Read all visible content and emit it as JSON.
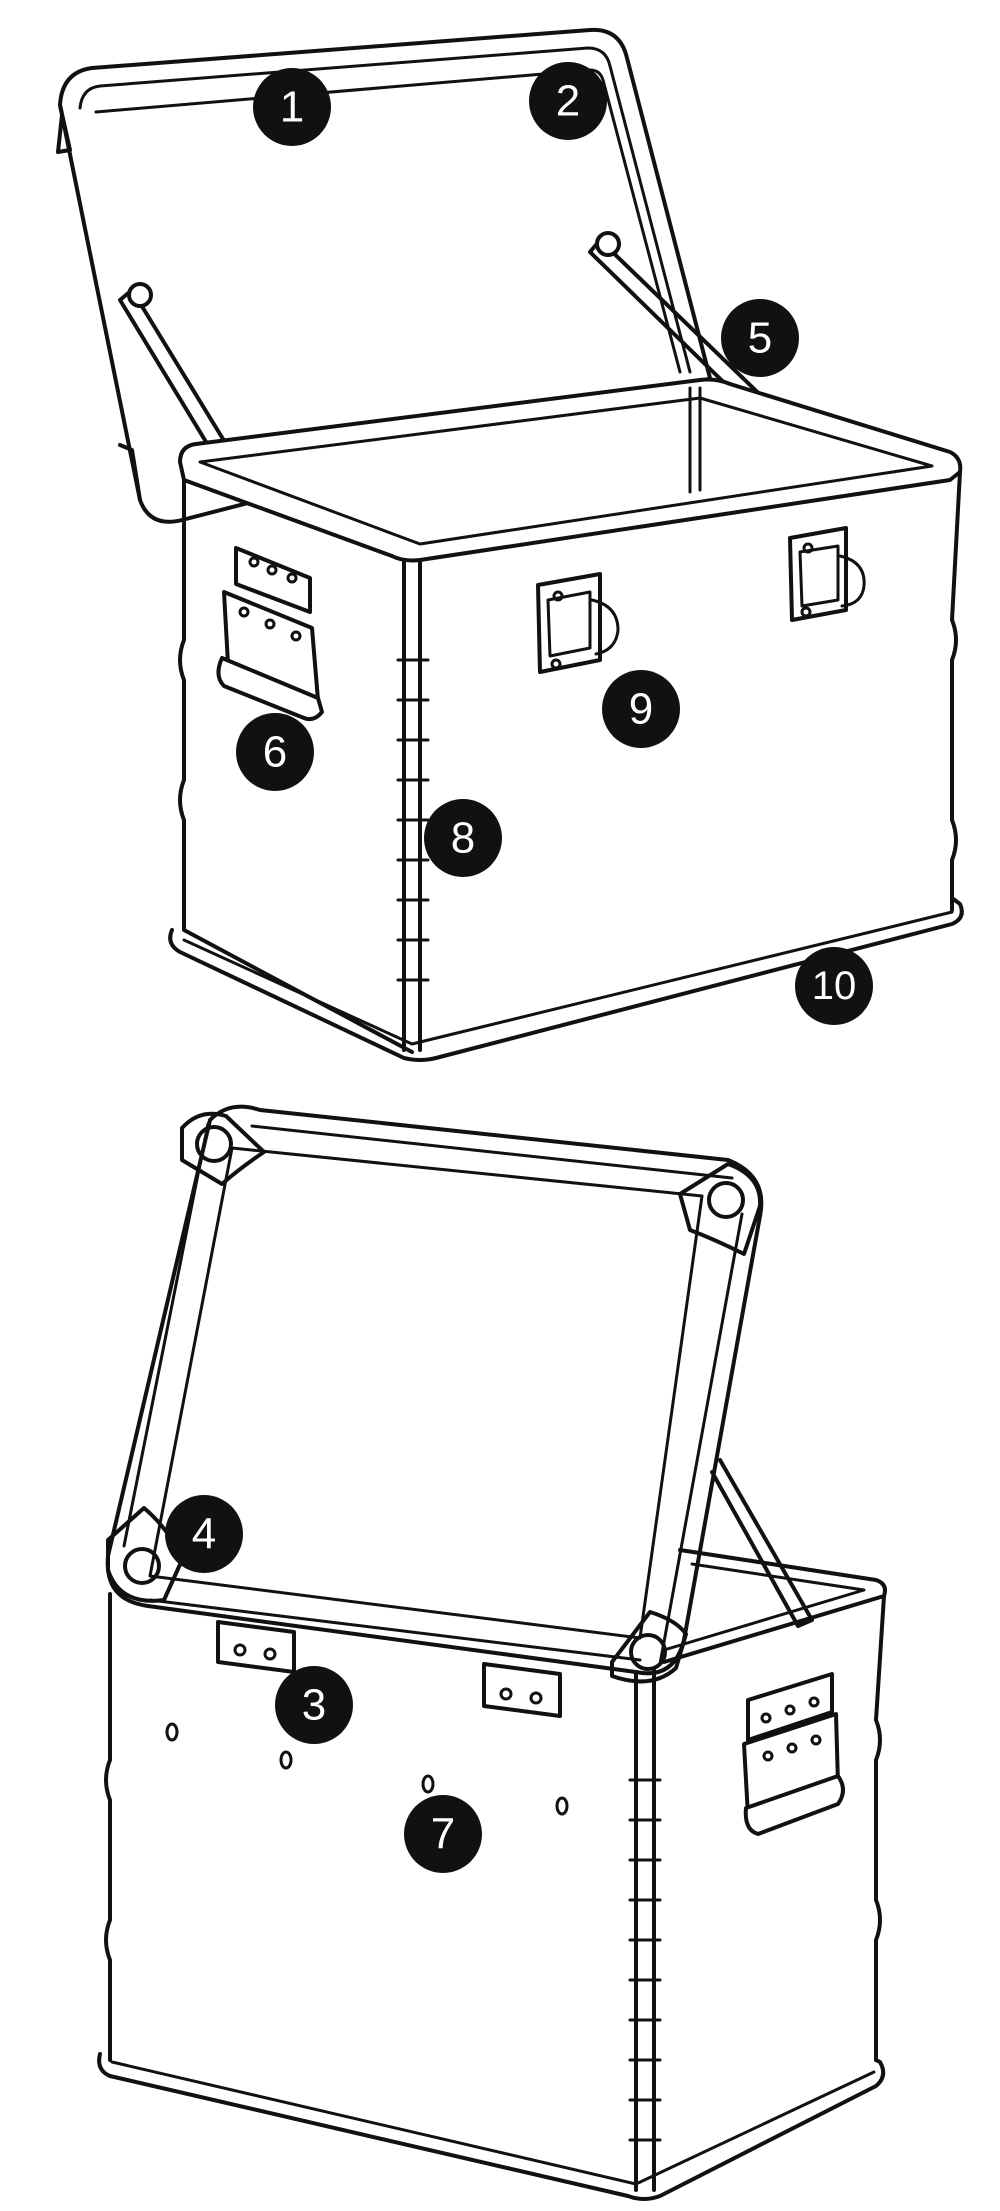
{
  "colors": {
    "line": "#111111",
    "background": "#ffffff",
    "callout_fill": "#111111",
    "callout_text": "#ffffff"
  },
  "callouts": [
    {
      "id": "c1",
      "label": "1"
    },
    {
      "id": "c2",
      "label": "2"
    },
    {
      "id": "c3",
      "label": "3"
    },
    {
      "id": "c4",
      "label": "4"
    },
    {
      "id": "c5",
      "label": "5"
    },
    {
      "id": "c6",
      "label": "6"
    },
    {
      "id": "c7",
      "label": "7"
    },
    {
      "id": "c8",
      "label": "8"
    },
    {
      "id": "c9",
      "label": "9"
    },
    {
      "id": "c10",
      "label": "10"
    }
  ]
}
